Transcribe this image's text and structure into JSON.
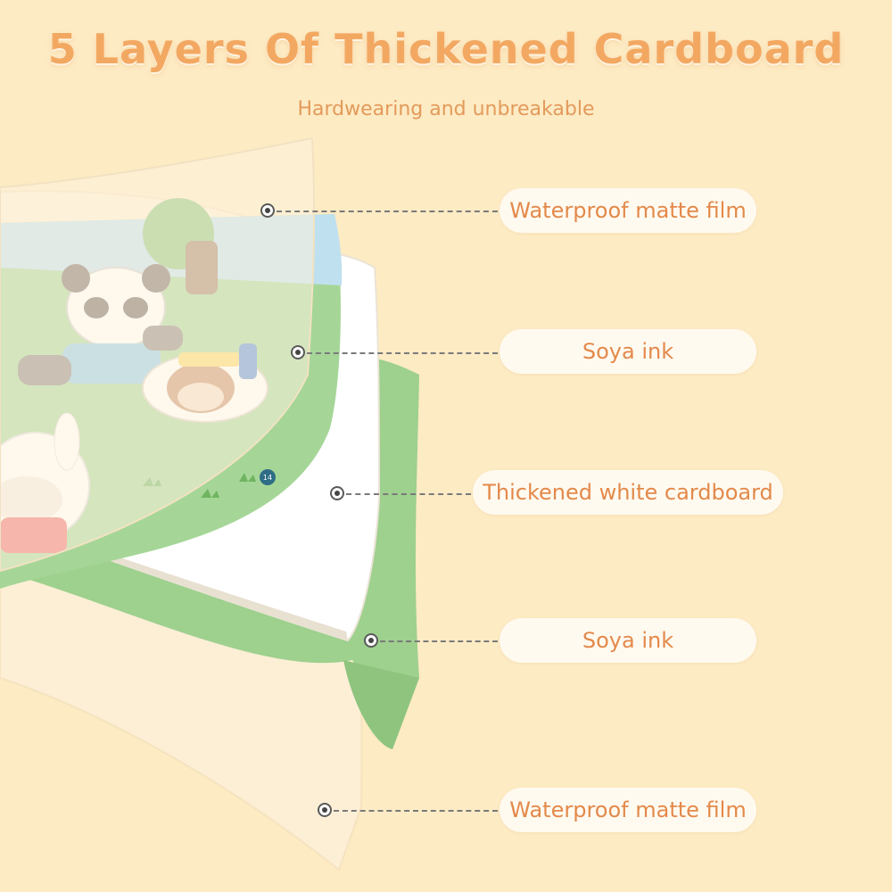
{
  "title": "5 Layers Of Thickened Cardboard",
  "subtitle": "Hardwearing and unbreakable",
  "layers": [
    {
      "label": "Waterproof matte film"
    },
    {
      "label": "Soya ink"
    },
    {
      "label": "Thickened white cardboard"
    },
    {
      "label": "Soya ink"
    },
    {
      "label": "Waterproof matte film"
    }
  ],
  "page_number": "14",
  "colors": {
    "background": "#fdebc4",
    "title": "#f3a862",
    "label_text": "#e3894a",
    "label_background": "#fffaf0",
    "green_layer": "#9ed08e",
    "film_layer": "#fdf3df"
  }
}
